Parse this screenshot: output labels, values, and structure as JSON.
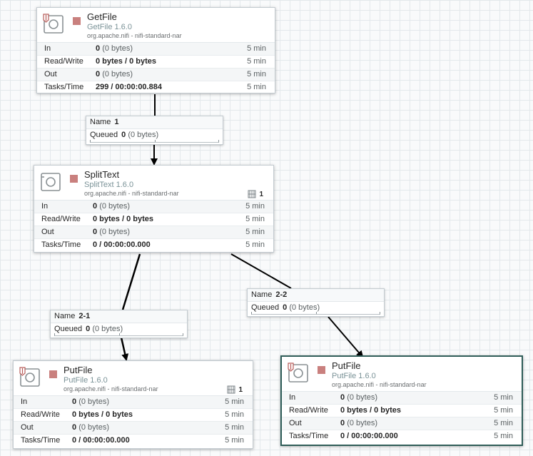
{
  "processors": [
    {
      "name": "GetFile",
      "type": "GetFile 1.6.0",
      "bundle": "org.apache.nifi - nifi-standard-nar",
      "threads": "",
      "stats": [
        {
          "label": "In",
          "value": "0",
          "extra": "(0 bytes)",
          "time": "5 min"
        },
        {
          "label": "Read/Write",
          "value": "0 bytes / 0 bytes",
          "extra": "",
          "time": "5 min"
        },
        {
          "label": "Out",
          "value": "0",
          "extra": "(0 bytes)",
          "time": "5 min"
        },
        {
          "label": "Tasks/Time",
          "value": "299 / 00:00:00.884",
          "extra": "",
          "time": "5 min"
        }
      ]
    },
    {
      "name": "SplitText",
      "type": "SplitText 1.6.0",
      "bundle": "org.apache.nifi - nifi-standard-nar",
      "threads": "1",
      "stats": [
        {
          "label": "In",
          "value": "0",
          "extra": "(0 bytes)",
          "time": "5 min"
        },
        {
          "label": "Read/Write",
          "value": "0 bytes / 0 bytes",
          "extra": "",
          "time": "5 min"
        },
        {
          "label": "Out",
          "value": "0",
          "extra": "(0 bytes)",
          "time": "5 min"
        },
        {
          "label": "Tasks/Time",
          "value": "0 / 00:00:00.000",
          "extra": "",
          "time": "5 min"
        }
      ]
    },
    {
      "name": "PutFile",
      "type": "PutFile 1.6.0",
      "bundle": "org.apache.nifi - nifi-standard-nar",
      "threads": "1",
      "stats": [
        {
          "label": "In",
          "value": "0",
          "extra": "(0 bytes)",
          "time": "5 min"
        },
        {
          "label": "Read/Write",
          "value": "0 bytes / 0 bytes",
          "extra": "",
          "time": "5 min"
        },
        {
          "label": "Out",
          "value": "0",
          "extra": "(0 bytes)",
          "time": "5 min"
        },
        {
          "label": "Tasks/Time",
          "value": "0 / 00:00:00.000",
          "extra": "",
          "time": "5 min"
        }
      ]
    },
    {
      "name": "PutFile",
      "type": "PutFile 1.6.0",
      "bundle": "org.apache.nifi - nifi-standard-nar",
      "threads": "",
      "stats": [
        {
          "label": "In",
          "value": "0",
          "extra": "(0 bytes)",
          "time": "5 min"
        },
        {
          "label": "Read/Write",
          "value": "0 bytes / 0 bytes",
          "extra": "",
          "time": "5 min"
        },
        {
          "label": "Out",
          "value": "0",
          "extra": "(0 bytes)",
          "time": "5 min"
        },
        {
          "label": "Tasks/Time",
          "value": "0 / 00:00:00.000",
          "extra": "",
          "time": "5 min"
        }
      ]
    }
  ],
  "connections": [
    {
      "name_label": "Name",
      "name": "1",
      "queued_label": "Queued",
      "queued_count": "0",
      "queued_bytes": "(0 bytes)"
    },
    {
      "name_label": "Name",
      "name": "2-1",
      "queued_label": "Queued",
      "queued_count": "0",
      "queued_bytes": "(0 bytes)"
    },
    {
      "name_label": "Name",
      "name": "2-2",
      "queued_label": "Queued",
      "queued_count": "0",
      "queued_bytes": "(0 bytes)"
    }
  ],
  "icons": {
    "processor": "processor-icon",
    "stopped": "stopped-square-icon",
    "threads": "thread-count-icon"
  },
  "colors": {
    "stopped": "#c9807e",
    "selected_border": "#2f5d58",
    "connection": "#000000"
  }
}
